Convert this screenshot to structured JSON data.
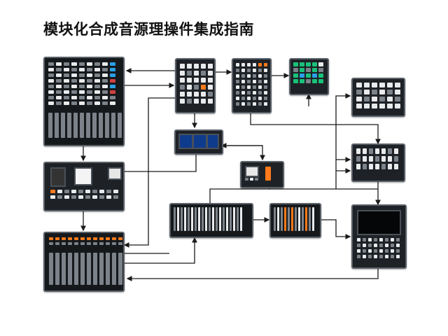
{
  "title": "模块化合成音源理操件集成指南",
  "colors": {
    "panel": "#1e2226",
    "wire": "#1a1a1a",
    "accent_blue": "#2aa0e6",
    "accent_orange": "#ff7a1a",
    "accent_green": "#19c27a",
    "accent_red": "#d04040"
  },
  "modules": [
    {
      "id": "big-sequencer"
    },
    {
      "id": "small-controller"
    },
    {
      "id": "mixer"
    },
    {
      "id": "pad-grid"
    },
    {
      "id": "blue-oscilloscope"
    },
    {
      "id": "button-matrix"
    },
    {
      "id": "green-pad"
    },
    {
      "id": "grid-controller"
    },
    {
      "id": "fader-module"
    },
    {
      "id": "vu-meter"
    },
    {
      "id": "filter-bank"
    },
    {
      "id": "eq-module"
    },
    {
      "id": "display-unit"
    }
  ]
}
